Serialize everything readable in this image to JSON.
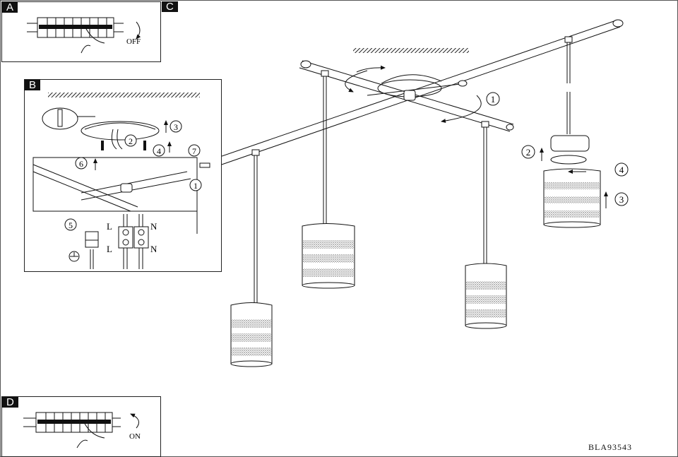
{
  "document": {
    "model_number": "BLA93543",
    "panels": [
      {
        "id": "A",
        "label": "A",
        "caption": "OFF",
        "description": "Switch off circuit breaker"
      },
      {
        "id": "B",
        "label": "B",
        "description": "Ceiling canopy mounting and wiring"
      },
      {
        "id": "C",
        "label": "C",
        "description": "Pendant light assembly overview"
      },
      {
        "id": "D",
        "label": "D",
        "caption": "ON",
        "description": "Switch on circuit breaker"
      }
    ],
    "panel_b": {
      "steps": [
        "1",
        "2",
        "3",
        "4",
        "5",
        "6",
        "7"
      ],
      "terminal_labels": {
        "live_top": "L",
        "neutral_top": "N",
        "live_bottom": "L",
        "neutral_bottom": "N"
      },
      "ground_symbol": "ground-icon"
    },
    "panel_c": {
      "steps": [
        "1",
        "2",
        "3",
        "4"
      ],
      "pendant_count": 4
    }
  }
}
